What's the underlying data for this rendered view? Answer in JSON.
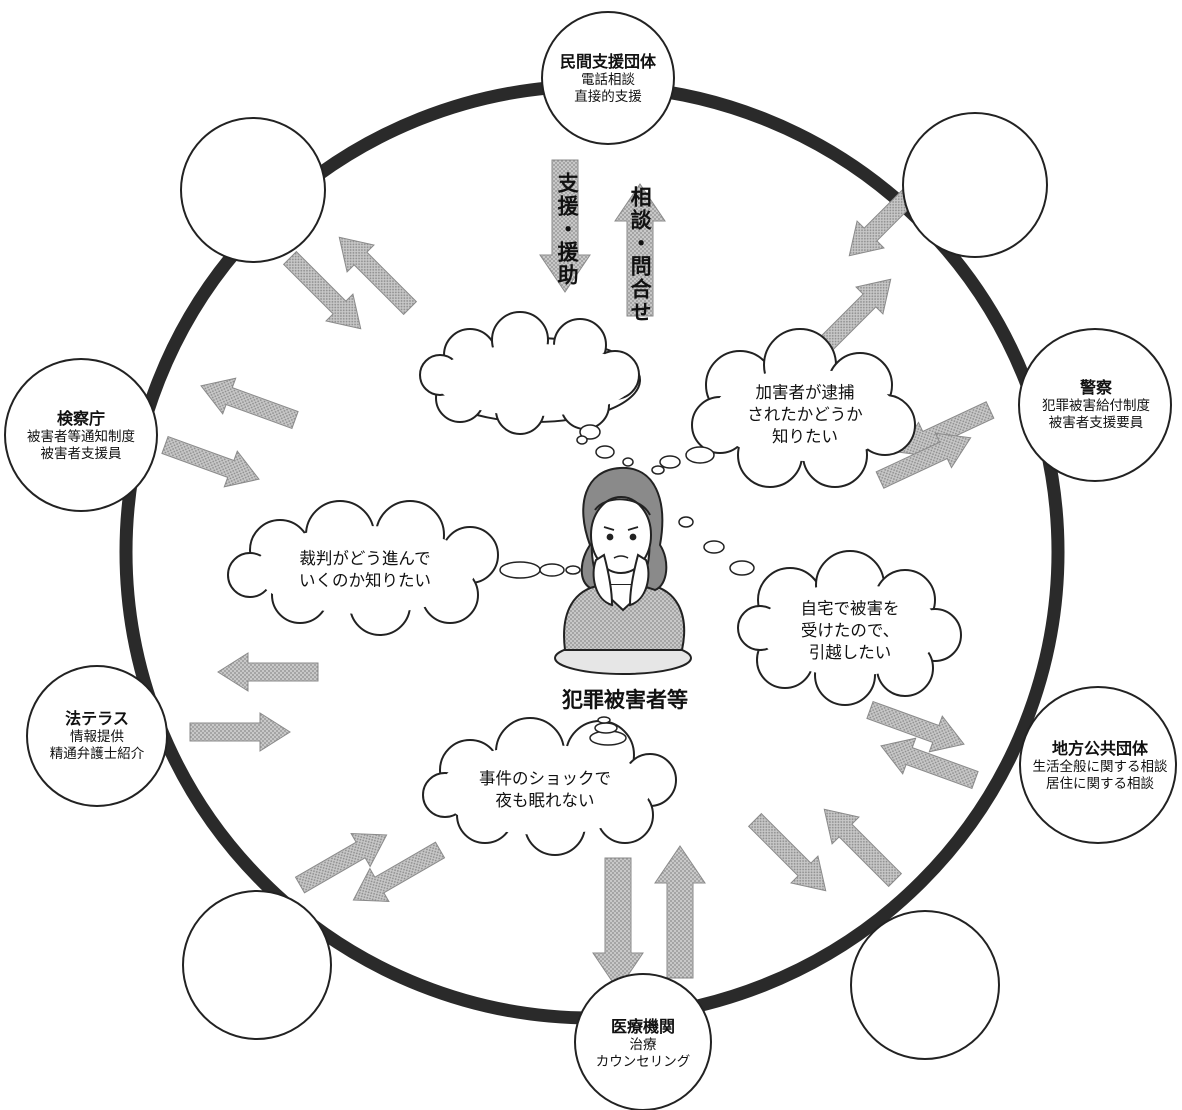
{
  "center_label": "犯罪被害者等",
  "organizations": {
    "private": {
      "title": "民間支援団体",
      "lines": [
        "電話相談",
        "直接的支援"
      ]
    },
    "police": {
      "title": "警察",
      "lines": [
        "犯罪被害給付制度",
        "被害者支援要員"
      ]
    },
    "prosecutors": {
      "title": "検察庁",
      "lines": [
        "被害者等通知制度",
        "被害者支援員"
      ]
    },
    "houterasu": {
      "title": "法テラス",
      "lines": [
        "情報提供",
        "精通弁護士紹介"
      ]
    },
    "local_gov": {
      "title": "地方公共団体",
      "lines": [
        "生活全般に関する相談",
        "居住に関する相談"
      ]
    },
    "medical": {
      "title": "医療機関",
      "lines": [
        "治療",
        "カウンセリング"
      ]
    }
  },
  "arrow_labels": {
    "down": "支援・援助",
    "up": "相談・問合せ"
  },
  "thoughts": {
    "arrest": [
      "加害者が逮捕",
      "されたかどうか",
      "知りたい"
    ],
    "trial": [
      "裁判がどう進んで",
      "いくのか知りたい"
    ],
    "move": [
      "自宅で被害を",
      "受けたので、",
      "引越したい"
    ],
    "shock": [
      "事件のショックで",
      "夜も眠れない"
    ]
  },
  "colors": {
    "ring": "#2a2a2a",
    "arrow": "#b4b4b4",
    "arrow_edge": "#8a8a8a",
    "outline": "#222222"
  }
}
